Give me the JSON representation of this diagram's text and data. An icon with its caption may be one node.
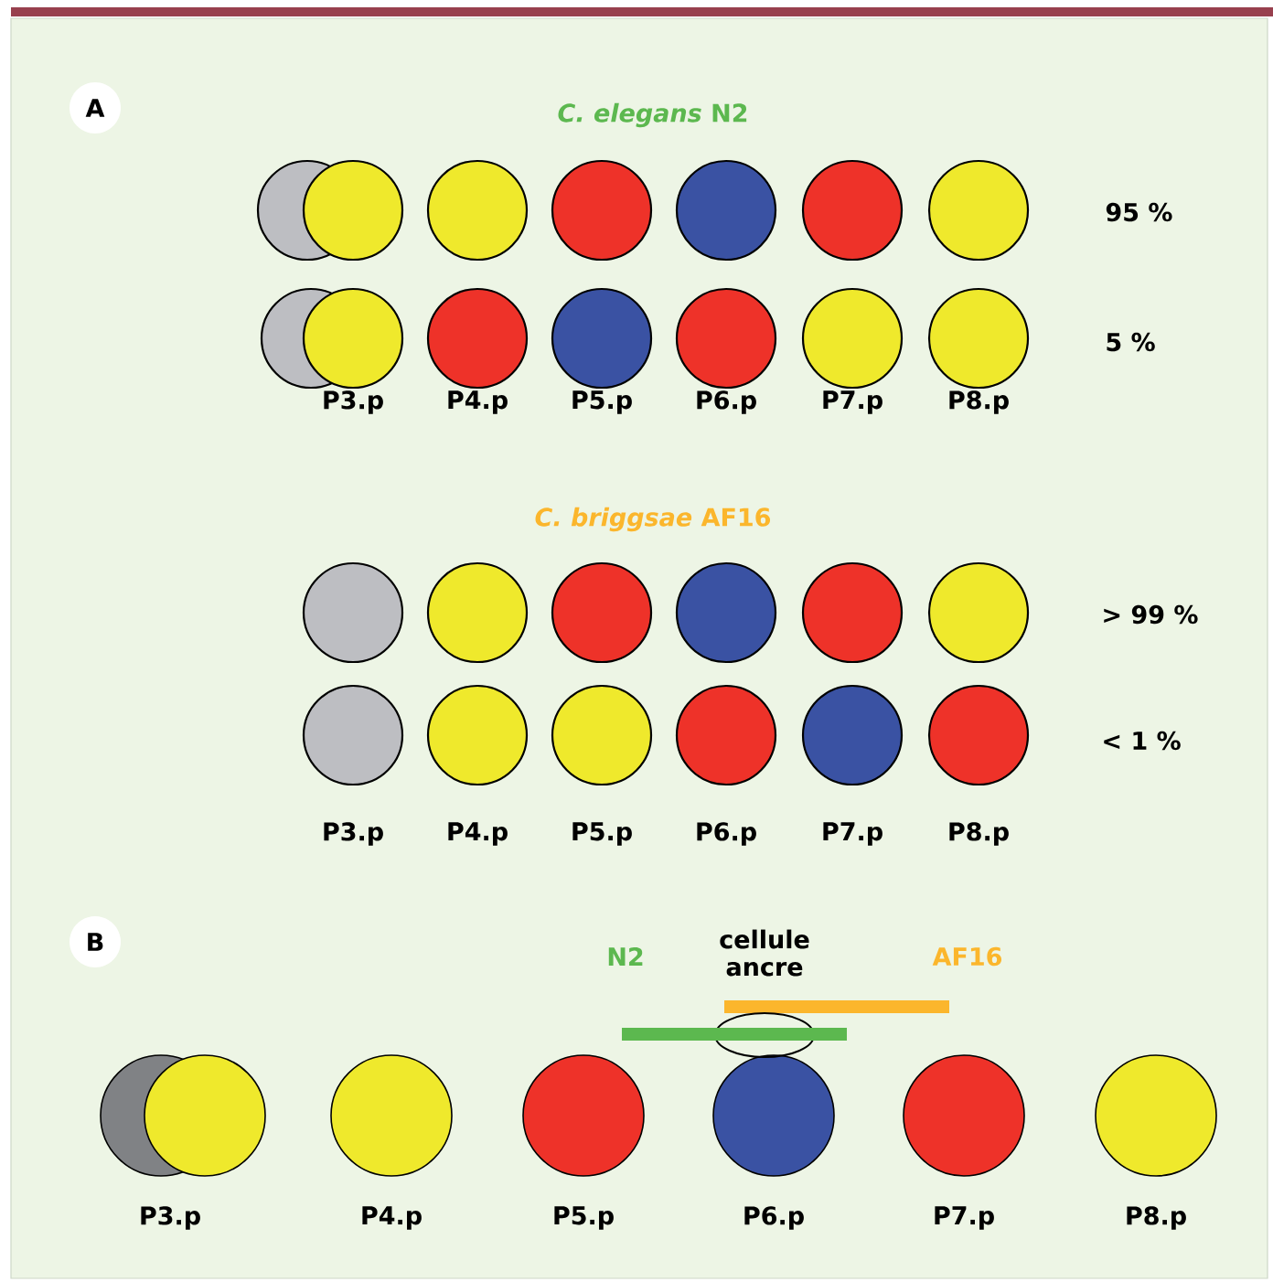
{
  "diagram": {
    "labels": [
      "A",
      "*C. elegans* N2",
      "95 %",
      "5 %",
      "P3.p",
      "P4.p",
      "P5.p",
      "P6.p",
      "P7.p",
      "P8.p",
      "*C. briggsae* AF16",
      "> 99 %",
      "< 1 %",
      "P3.p",
      "P4.p",
      "P5.p",
      "P6.p",
      "P7.p",
      "P8.p",
      "B",
      "N2",
      "cellule ancre",
      "AF16",
      "P3.p",
      "P4.p",
      "P5.p",
      "P6.p",
      "P7.p",
      "P8.p"
    ]
  }
}
